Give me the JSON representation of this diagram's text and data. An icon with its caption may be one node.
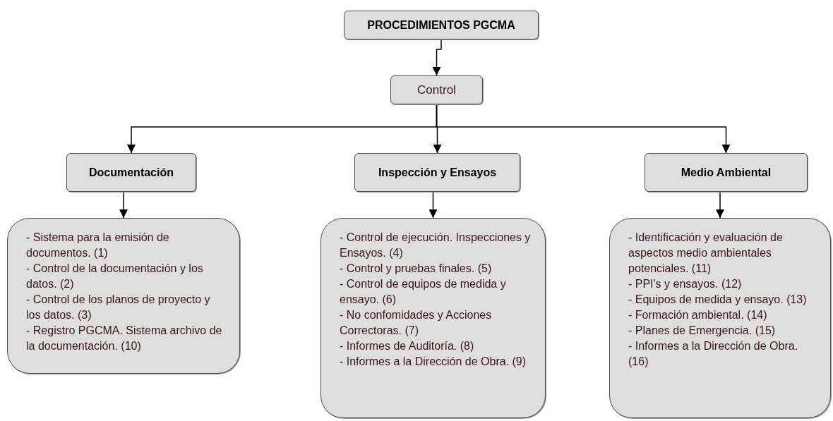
{
  "diagram": {
    "nodes": [
      {
        "text": [
          "PROCEDIMIENTOS PGCMA"
        ]
      },
      {
        "text": [
          "Control"
        ]
      },
      {
        "text": [
          "Documentación"
        ]
      },
      {
        "text": [
          "Inspección y Ensayos"
        ]
      },
      {
        "text": [
          "Medio Ambiental"
        ]
      },
      {
        "text": [
          "- Sistema para la emisión de documentos. (1)",
          "- Control de la documentación y los datos. (2)",
          "- Control de los planos de proyecto y los datos. (3)",
          "- Registro PGCMA. Sistema archivo de la documentación. (10)"
        ]
      },
      {
        "text": [
          "- Control de ejecución. Inspecciones y Ensayos. (4)",
          "- Control y pruebas finales. (5)",
          "- Control de equipos de medida y ensayo. (6)",
          "- No confomidades y Acciones Correctoras. (7)",
          "- Informes de Auditoría. (8)",
          "- Informes a la Dirección de Obra. (9)"
        ]
      },
      {
        "text": [
          "- Identificación y evaluación de aspectos medio ambientales potenciales. (11)",
          "- PPI's y ensayos. (12)",
          "- Equipos de medida y ensayo. (13)",
          "- Formación ambiental. (14)",
          "- Planes de Emergencia. (15)",
          "- Informes a la Dirección de Obra. (16)"
        ]
      }
    ],
    "edges": [
      {
        "from": 0,
        "to": 1,
        "arrow": "to"
      },
      {
        "from": 1,
        "to": 2,
        "arrow": "to"
      },
      {
        "from": 1,
        "to": 3,
        "arrow": "to"
      },
      {
        "from": 1,
        "to": 4,
        "arrow": "to"
      },
      {
        "from": 2,
        "to": 5,
        "arrow": "to"
      },
      {
        "from": 3,
        "to": 6,
        "arrow": "to"
      },
      {
        "from": 4,
        "to": 7,
        "arrow": "to"
      }
    ]
  }
}
